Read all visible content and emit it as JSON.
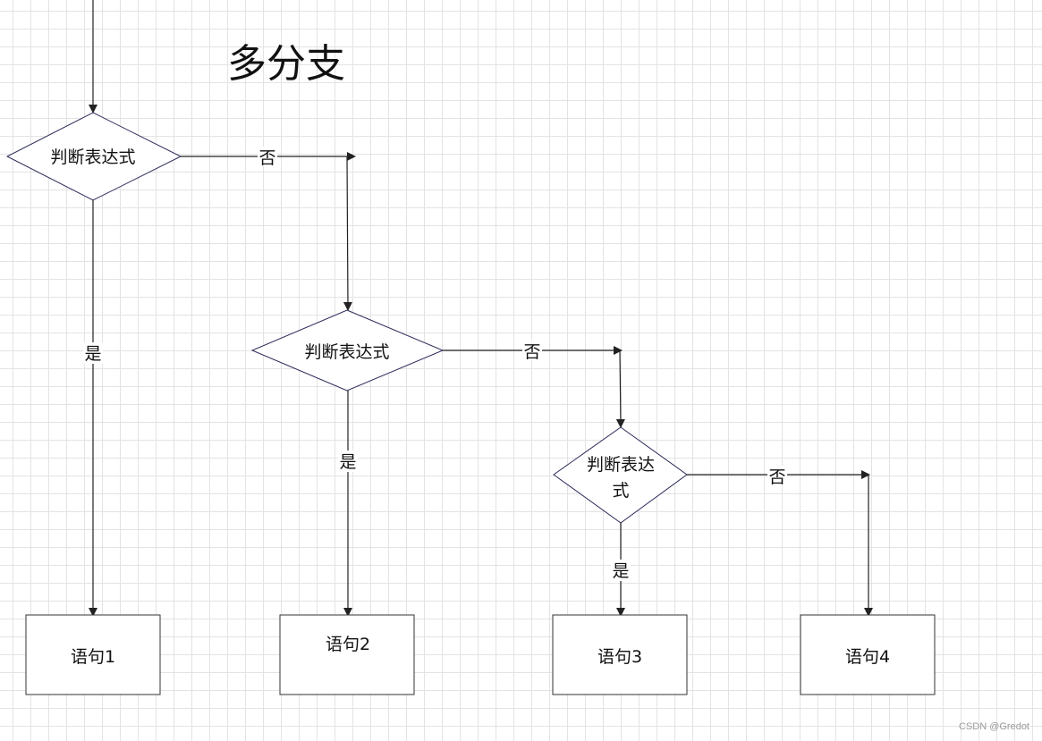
{
  "title": "多分支",
  "decisions": [
    {
      "id": "d1",
      "text": "判断表达式"
    },
    {
      "id": "d2",
      "text": "判断表达式"
    },
    {
      "id": "d3",
      "line1": "判断表达",
      "line2": "式"
    }
  ],
  "statements": [
    {
      "id": "s1",
      "text": "语句1"
    },
    {
      "id": "s2",
      "text": "语句2"
    },
    {
      "id": "s3",
      "text": "语句3"
    },
    {
      "id": "s4",
      "text": "语句4"
    }
  ],
  "edge_labels": {
    "yes": "是",
    "no": "否"
  },
  "watermark": "CSDN @Gredot",
  "colors": {
    "diamond_stroke": "#2b2b5a",
    "box_stroke": "#333333",
    "line": "#222222",
    "grid": "#e3e3e3"
  }
}
